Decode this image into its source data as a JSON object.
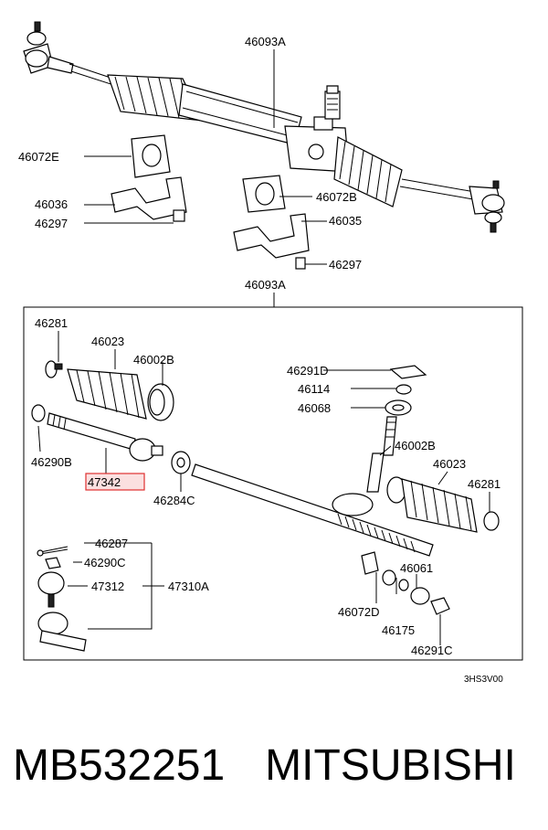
{
  "labels": {
    "l46093a_top": "46093A",
    "l46072e": "46072E",
    "l46036": "46036",
    "l46297_left": "46297",
    "l46072b": "46072B",
    "l46035": "46035",
    "l46297_right": "46297",
    "l46093a_box": "46093A",
    "l46281_left": "46281",
    "l46023_left": "46023",
    "l46002b_left": "46002B",
    "l46290b": "46290B",
    "l47342": "47342",
    "l46284c": "46284C",
    "l46291d": "46291D",
    "l46114": "46114",
    "l46068": "46068",
    "l46002b_right": "46002B",
    "l46023_right": "46023",
    "l46281_right": "46281",
    "l46287": "46287",
    "l46290c": "46290C",
    "l47312": "47312",
    "l47310a": "47310A",
    "l46061": "46061",
    "l46072d": "46072D",
    "l46175": "46175",
    "l46291c": "46291C",
    "code": "3HS3V00"
  },
  "caption": {
    "part_number": "MB532251",
    "brand": "MITSUBISHI"
  },
  "colors": {
    "highlight_fill": "#fbe0e0",
    "highlight_stroke": "#e03030"
  }
}
